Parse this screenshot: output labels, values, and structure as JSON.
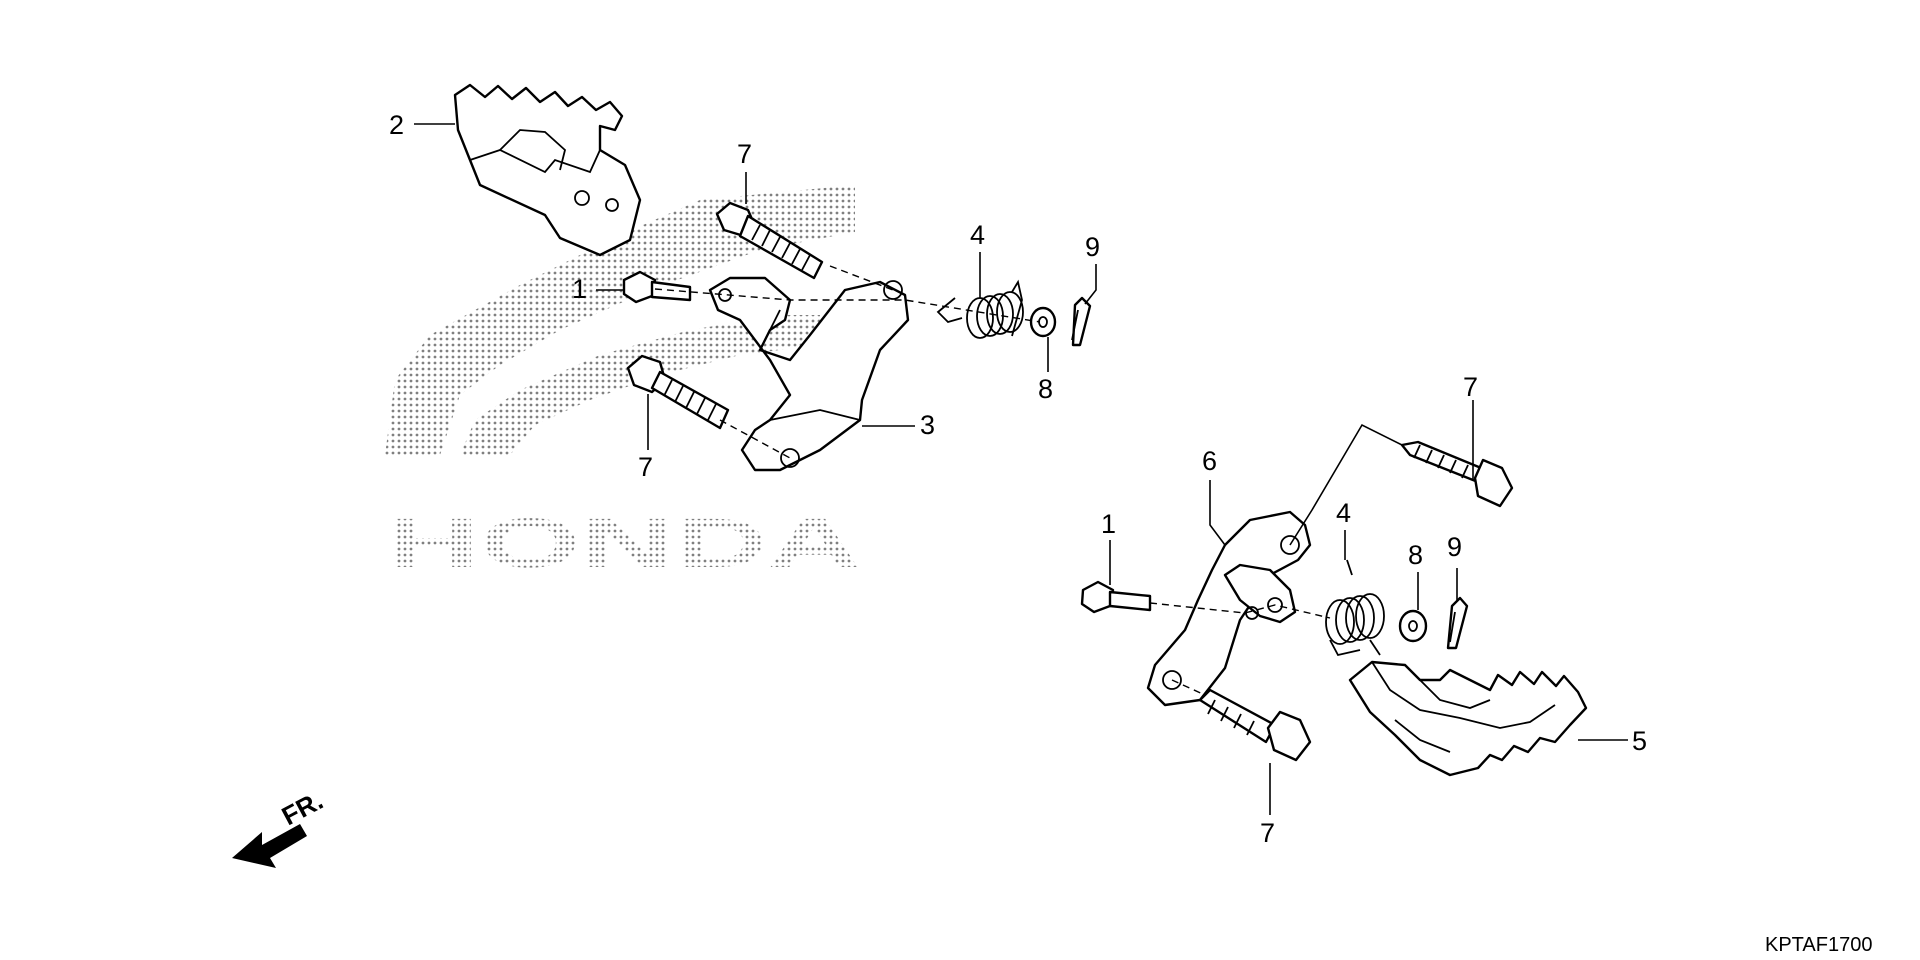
{
  "watermark": {
    "text": "HONDA"
  },
  "direction": {
    "label": "FR."
  },
  "diagram_code": "KPTAF1700",
  "callouts": {
    "c1a": "1",
    "c2": "2",
    "c3": "3",
    "c4a": "4",
    "c7a": "7",
    "c7b": "7",
    "c8a": "8",
    "c9a": "9",
    "c1b": "1",
    "c4b": "4",
    "c5": "5",
    "c6": "6",
    "c7c": "7",
    "c7d": "7",
    "c8b": "8",
    "c9b": "9"
  },
  "colors": {
    "line": "#000000",
    "watermark_dots": "#808080",
    "background": "#ffffff"
  }
}
